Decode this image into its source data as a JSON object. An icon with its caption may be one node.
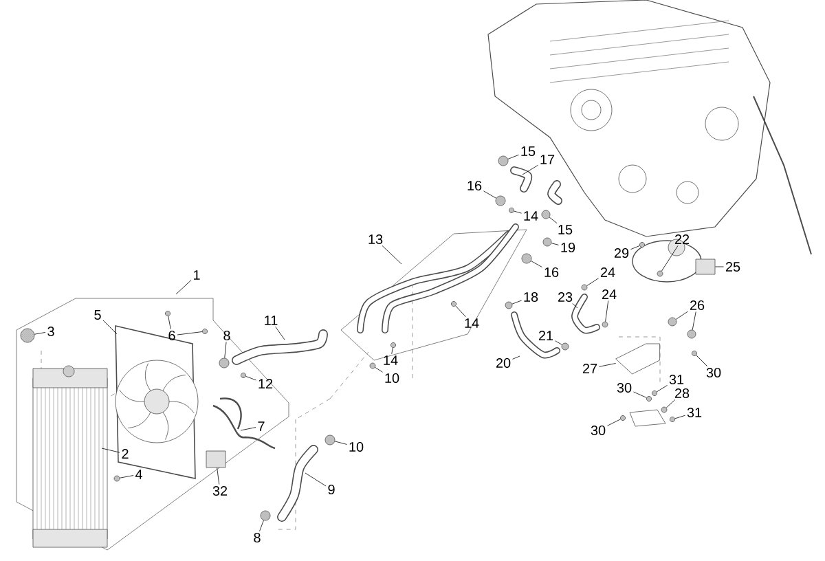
{
  "diagram": {
    "nodes": [
      {
        "text": [
          "1"
        ]
      },
      {
        "text": [
          "2"
        ]
      },
      {
        "text": [
          "3"
        ]
      },
      {
        "text": [
          "4"
        ]
      },
      {
        "text": [
          "5"
        ]
      },
      {
        "text": [
          "6"
        ]
      },
      {
        "text": [
          "7"
        ]
      },
      {
        "text": [
          "8"
        ]
      },
      {
        "text": [
          "8"
        ]
      },
      {
        "text": [
          "9"
        ]
      },
      {
        "text": [
          "10"
        ]
      },
      {
        "text": [
          "10"
        ]
      },
      {
        "text": [
          "11"
        ]
      },
      {
        "text": [
          "12"
        ]
      },
      {
        "text": [
          "13"
        ]
      },
      {
        "text": [
          "14"
        ]
      },
      {
        "text": [
          "14"
        ]
      },
      {
        "text": [
          "14"
        ]
      },
      {
        "text": [
          "15"
        ]
      },
      {
        "text": [
          "15"
        ]
      },
      {
        "text": [
          "16"
        ]
      },
      {
        "text": [
          "16"
        ]
      },
      {
        "text": [
          "17"
        ]
      },
      {
        "text": [
          "18"
        ]
      },
      {
        "text": [
          "19"
        ]
      },
      {
        "text": [
          "20"
        ]
      },
      {
        "text": [
          "21"
        ]
      },
      {
        "text": [
          "22"
        ]
      },
      {
        "text": [
          "23"
        ]
      },
      {
        "text": [
          "24"
        ]
      },
      {
        "text": [
          "24"
        ]
      },
      {
        "text": [
          "25"
        ]
      },
      {
        "text": [
          "26"
        ]
      },
      {
        "text": [
          "27"
        ]
      },
      {
        "text": [
          "28"
        ]
      },
      {
        "text": [
          "29"
        ]
      },
      {
        "text": [
          "30"
        ]
      },
      {
        "text": [
          "30"
        ]
      },
      {
        "text": [
          "30"
        ]
      },
      {
        "text": [
          "31"
        ]
      },
      {
        "text": [
          "31"
        ]
      },
      {
        "text": [
          "32"
        ]
      },
      {
        "text": [],
        "shape": "circle"
      },
      {
        "text": [],
        "shape": "circle"
      },
      {
        "text": [],
        "shape": "circle"
      },
      {
        "text": [],
        "shape": "circle"
      },
      {
        "text": [],
        "shape": "circle"
      },
      {
        "text": [],
        "shape": "circle"
      },
      {
        "text": [],
        "shape": "circle"
      },
      {
        "text": [],
        "shape": "circle"
      },
      {
        "text": [],
        "shape": "circle"
      },
      {
        "text": [],
        "shape": "circle"
      },
      {
        "text": [],
        "shape": "circle"
      },
      {
        "text": [],
        "shape": "circle"
      },
      {
        "text": [],
        "shape": "circle"
      },
      {
        "text": [],
        "shape": "circle"
      },
      {
        "text": [],
        "shape": "circle"
      },
      {
        "text": [],
        "shape": "circle"
      },
      {
        "text": [],
        "shape": "circle"
      },
      {
        "text": [],
        "shape": "circle"
      },
      {
        "text": [],
        "shape": "circle"
      },
      {
        "text": [],
        "shape": "circle"
      },
      {
        "text": [],
        "shape": "circle"
      },
      {
        "text": [],
        "shape": "circle"
      },
      {
        "text": [],
        "shape": "box"
      },
      {
        "text": [],
        "shape": "circle"
      },
      {
        "text": [],
        "shape": "circle"
      },
      {
        "text": [],
        "shape": "circle"
      },
      {
        "text": [],
        "shape": "circle"
      },
      {
        "text": [],
        "shape": "circle"
      },
      {
        "text": [],
        "shape": "circle"
      },
      {
        "text": [],
        "shape": "circle"
      },
      {
        "text": [],
        "shape": "circle"
      },
      {
        "text": [],
        "shape": "circle"
      },
      {
        "text": [],
        "shape": "box"
      },
      {
        "text": [],
        "shape": "bracket"
      }
    ],
    "edges": [
      {
        "from": 0,
        "to": null,
        "arrow": "none"
      },
      {
        "from": 1,
        "to": null,
        "arrow": "none"
      },
      {
        "from": 2,
        "to": 42,
        "arrow": "none"
      },
      {
        "from": 3,
        "to": 43,
        "arrow": "none"
      },
      {
        "from": 4,
        "to": null,
        "arrow": "none"
      },
      {
        "from": 5,
        "to": 44,
        "arrow": "none"
      },
      {
        "from": 5,
        "to": 45,
        "arrow": "none"
      },
      {
        "from": 6,
        "to": null,
        "arrow": "none"
      },
      {
        "from": 7,
        "to": 46,
        "arrow": "none"
      },
      {
        "from": 8,
        "to": 47,
        "arrow": "none"
      },
      {
        "from": 9,
        "to": null,
        "arrow": "none"
      },
      {
        "from": 10,
        "to": 48,
        "arrow": "none"
      },
      {
        "from": 11,
        "to": 49,
        "arrow": "none"
      },
      {
        "from": 12,
        "to": null,
        "arrow": "none"
      },
      {
        "from": 13,
        "to": 50,
        "arrow": "none"
      },
      {
        "from": 14,
        "to": null,
        "arrow": "none"
      },
      {
        "from": 15,
        "to": 51,
        "arrow": "none"
      },
      {
        "from": 16,
        "to": 52,
        "arrow": "none"
      },
      {
        "from": 17,
        "to": 53,
        "arrow": "none"
      },
      {
        "from": 18,
        "to": 54,
        "arrow": "none"
      },
      {
        "from": 19,
        "to": 55,
        "arrow": "none"
      },
      {
        "from": 20,
        "to": 56,
        "arrow": "none"
      },
      {
        "from": 21,
        "to": 57,
        "arrow": "none"
      },
      {
        "from": 22,
        "to": null,
        "arrow": "none"
      },
      {
        "from": 23,
        "to": 59,
        "arrow": "none"
      },
      {
        "from": 24,
        "to": 58,
        "arrow": "none"
      },
      {
        "from": 25,
        "to": null,
        "arrow": "none"
      },
      {
        "from": 26,
        "to": 60,
        "arrow": "none"
      },
      {
        "from": 27,
        "to": 61,
        "arrow": "none"
      },
      {
        "from": 28,
        "to": null,
        "arrow": "none"
      },
      {
        "from": 29,
        "to": 62,
        "arrow": "none"
      },
      {
        "from": 30,
        "to": 63,
        "arrow": "none"
      },
      {
        "from": 31,
        "to": 64,
        "arrow": "none"
      },
      {
        "from": 32,
        "to": 65,
        "arrow": "none"
      },
      {
        "from": 32,
        "to": 66,
        "arrow": "none"
      },
      {
        "from": 33,
        "to": 75,
        "arrow": "none"
      },
      {
        "from": 34,
        "to": 67,
        "arrow": "none"
      },
      {
        "from": 35,
        "to": 68,
        "arrow": "none"
      },
      {
        "from": 36,
        "to": 69,
        "arrow": "none"
      },
      {
        "from": 37,
        "to": 70,
        "arrow": "none"
      },
      {
        "from": 38,
        "to": 71,
        "arrow": "none"
      },
      {
        "from": 39,
        "to": 72,
        "arrow": "none"
      },
      {
        "from": 40,
        "to": 73,
        "arrow": "none"
      },
      {
        "from": 41,
        "to": 74,
        "arrow": "none"
      }
    ]
  }
}
